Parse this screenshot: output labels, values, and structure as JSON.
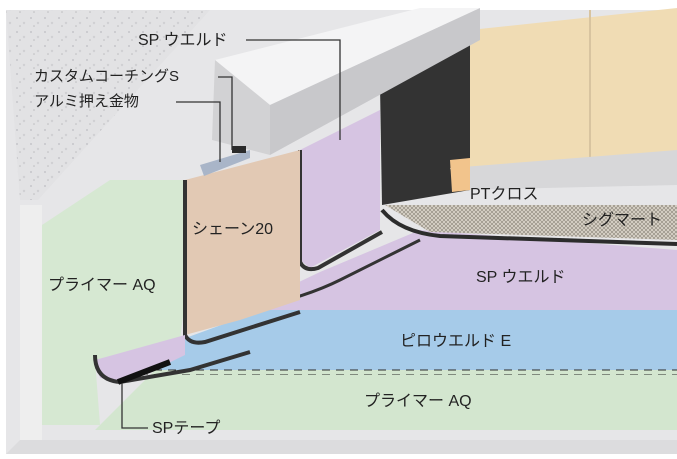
{
  "labels": {
    "sp_weld_top": "SP ウエルド",
    "custom_coating": "カスタムコーチングS",
    "alumi_hardware": "アルミ押え金物",
    "shane20": "シェーン20",
    "primer_aq_left": "プライマー AQ",
    "pt_cross": "PTクロス",
    "sigmat": "シグマート",
    "sp_weld_mid": "SP ウエルド",
    "pirowelding_e": "ピロウエルド E",
    "primer_aq_bottom": "プライマー AQ",
    "sp_tape": "SPテープ"
  },
  "colors": {
    "background": "#ffffff",
    "concrete": "#e4e4e6",
    "primer_green": "#d6e8d2",
    "sp_weld_purple": "#d6c4e2",
    "shane_tan": "#e2c9b4",
    "pirowelding_blue": "#a6cbe9",
    "sealant_dark": "#3c3c3c",
    "tile_beige": "#f0dcb4",
    "hardware_steel": "#a9b5c8"
  }
}
